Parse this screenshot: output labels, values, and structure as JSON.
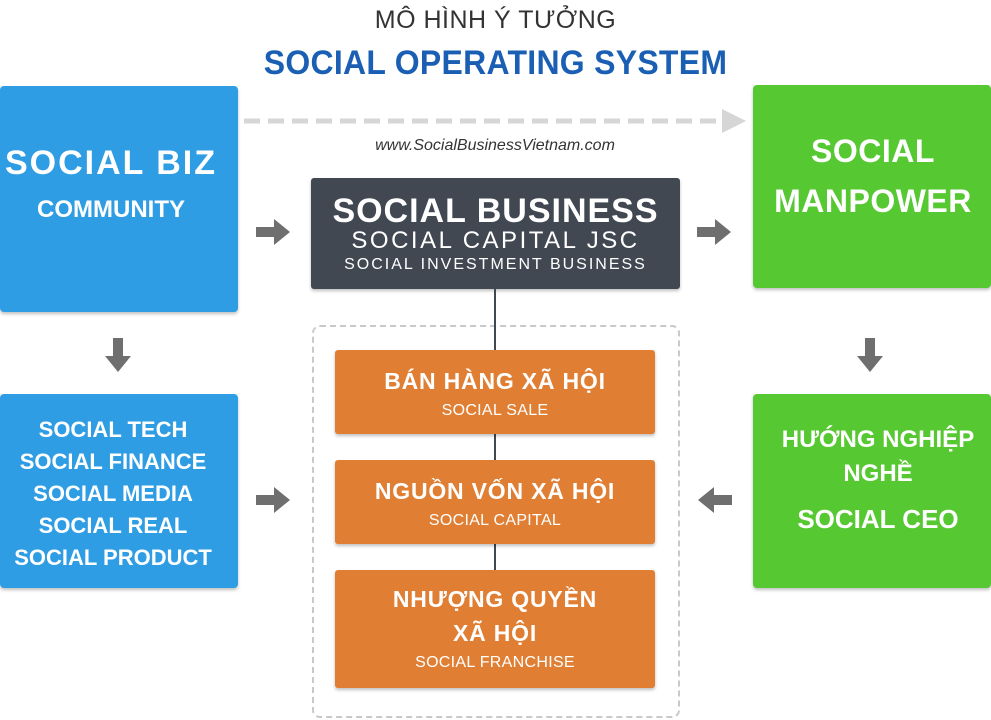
{
  "header": {
    "subtitle": "MÔ HÌNH Ý TƯỞNG",
    "title": "SOCIAL OPERATING SYSTEM",
    "url": "www.SocialBusinessVietnam.com"
  },
  "left_top": {
    "line1": "SOCIAL BIZ",
    "line2": "COMMUNITY"
  },
  "left_bottom": {
    "items": [
      "SOCIAL TECH",
      "SOCIAL FINANCE",
      "SOCIAL MEDIA",
      "SOCIAL REAL",
      "SOCIAL PRODUCT"
    ]
  },
  "center": {
    "line1": "SOCIAL BUSINESS",
    "line2": "SOCIAL CAPITAL JSC",
    "line3": "SOCIAL INVESTMENT BUSINESS"
  },
  "right_top": {
    "line1": "SOCIAL",
    "line2": "MANPOWER"
  },
  "right_bottom": {
    "line1": "HƯỚNG NGHIỆP",
    "line2": "NGHỀ",
    "line3": "SOCIAL CEO"
  },
  "orange_boxes": [
    {
      "title_lines": [
        "BÁN HÀNG XÃ HỘI"
      ],
      "subtitle": "SOCIAL SALE"
    },
    {
      "title_lines": [
        "NGUỒN VỐN XÃ HỘI"
      ],
      "subtitle": "SOCIAL CAPITAL"
    },
    {
      "title_lines": [
        "NHƯỢNG QUYỀN",
        "XÃ HỘI"
      ],
      "subtitle": "SOCIAL FRANCHISE"
    }
  ],
  "colors": {
    "blue": "#2f9de3",
    "green": "#56c832",
    "dark": "#414852",
    "orange": "#e07f33",
    "title_blue": "#1a5fb4",
    "arrow_gray": "#6f6f6f"
  }
}
